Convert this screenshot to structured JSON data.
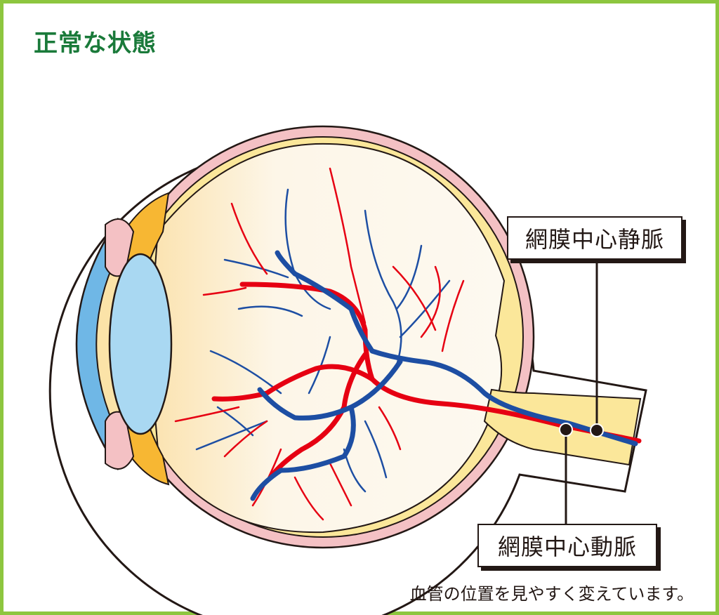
{
  "title": "正常な状態",
  "labels": {
    "vein": "網膜中心静脈",
    "artery": "網膜中心動脈"
  },
  "note": "血管の位置を見やすく変えています。",
  "colors": {
    "border": "#8dc63f",
    "title": "#1a7a3a",
    "artery": "#e60012",
    "vein": "#1d4ea3",
    "cornea": "#6fb7e6",
    "lens": "#a9d8f2",
    "sclera_inner": "#f4c1c4",
    "retina": "#fbe79a",
    "vitreous": "#fdf6e3",
    "ciliary": "#f7b733"
  }
}
